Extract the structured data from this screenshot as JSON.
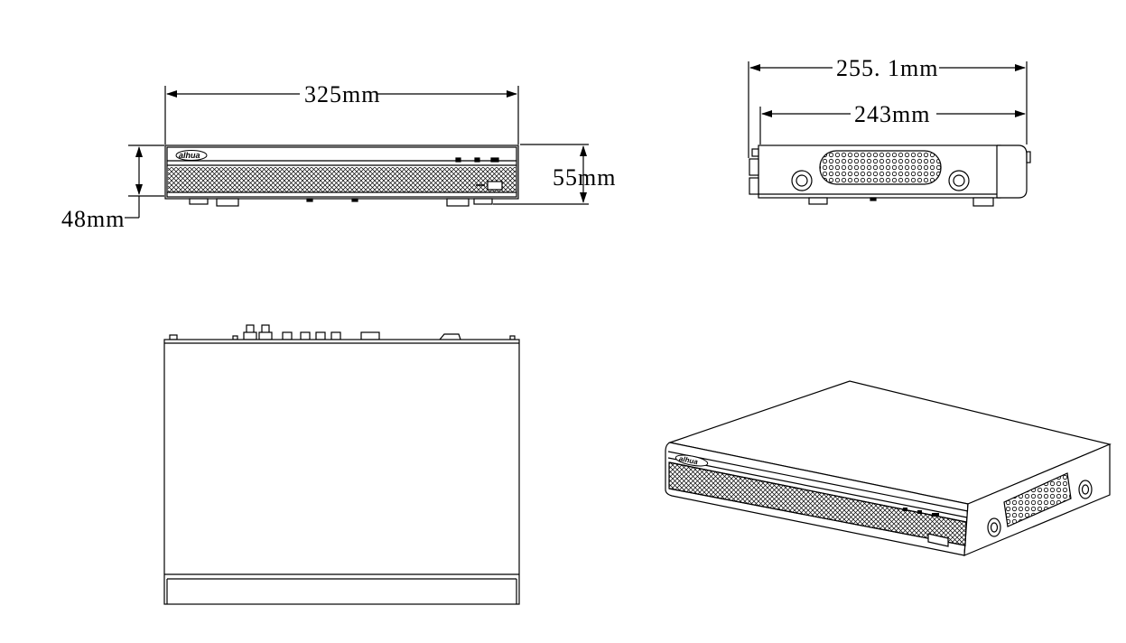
{
  "dimensions": {
    "front_width": "325mm",
    "front_height_outer": "55mm",
    "front_height_inner": "48mm",
    "side_depth_outer": "255. 1mm",
    "side_depth_inner": "243mm"
  },
  "brand": {
    "logo_text": "alhua"
  },
  "colors": {
    "line": "#000000",
    "background": "#ffffff"
  }
}
